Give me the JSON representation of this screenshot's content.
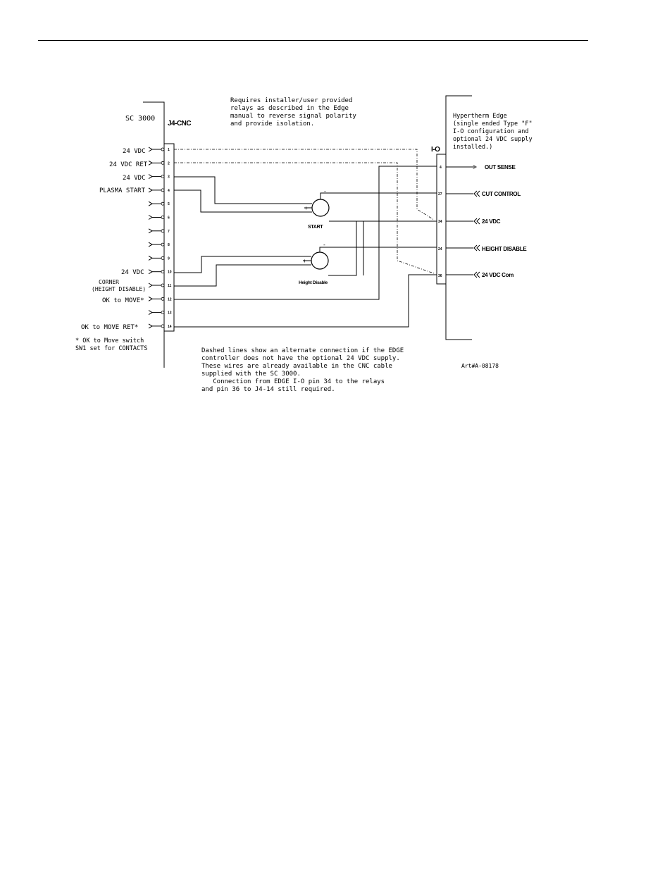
{
  "header_rule": true,
  "diagram": {
    "top_note": [
      "Requires installer/user provided",
      "relays as described in the Edge",
      "manual to reverse signal polarity",
      "and provide isolation."
    ],
    "left_device": "SC 3000",
    "left_connector": "J4-CNC",
    "left_pins": [
      "1",
      "2",
      "3",
      "4",
      "5",
      "6",
      "7",
      "8",
      "9",
      "10",
      "11",
      "12",
      "13",
      "14"
    ],
    "left_labels": [
      {
        "pin": "1",
        "text": "24 VDC"
      },
      {
        "pin": "2",
        "text": "24 VDC RET"
      },
      {
        "pin": "3",
        "text": "24 VDC"
      },
      {
        "pin": "4",
        "text": "PLASMA START"
      },
      {
        "pin": "10",
        "text": "24 VDC"
      },
      {
        "pin": "11",
        "text": [
          "CORNER",
          "(HEIGHT DISABLE)"
        ]
      },
      {
        "pin": "12",
        "text": "OK to MOVE*"
      },
      {
        "pin": "14",
        "text": "OK to MOVE  RET*"
      }
    ],
    "left_footnote": [
      "* OK to Move switch",
      "SW1 set for CONTACTS"
    ],
    "right_device": [
      "Hypertherm Edge",
      "(single ended Type \"F\"",
      " I-O configuration and",
      "optional 24 VDC supply",
      " installed.)"
    ],
    "right_connector": "I-O",
    "right_pins": [
      "4",
      "27",
      "34",
      "24",
      "36"
    ],
    "right_labels": [
      "OUT SENSE",
      "CUT CONTROL",
      "24 VDC",
      "HEIGHT DISABLE",
      "24 VDC Com"
    ],
    "relay_start": "START",
    "relay_height": "Height Disable",
    "relay_minus": "-",
    "relay_plus": "+",
    "bottom_note": [
      "Dashed lines show an alternate connection if the EDGE",
      "controller does not have the optional 24 VDC supply.",
      "These wires are already available in the CNC cable",
      "supplied with the SC 3000.",
      "   Connection from EDGE I-O pin 34 to the relays",
      "and pin 36 to J4-14 still required."
    ],
    "art_number": "Art#A-08178"
  }
}
